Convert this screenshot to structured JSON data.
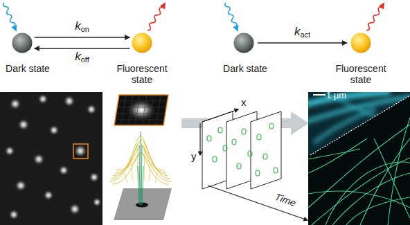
{
  "diagram": {
    "nodes": [
      {
        "text": [
          "Dark state"
        ]
      },
      {
        "text": [
          "Fluorescent state"
        ]
      },
      {
        "text": [
          "Dark state"
        ]
      },
      {
        "text": [
          "Fluorescent state"
        ]
      }
    ],
    "edges": [
      {
        "from": 0,
        "to": 1,
        "label": "kon",
        "arrow": "to"
      },
      {
        "from": 1,
        "to": 0,
        "label": "koff",
        "arrow": "to"
      },
      {
        "from": 2,
        "to": 3,
        "label": "kact",
        "arrow": "to"
      }
    ],
    "labels": [
      "x",
      "y",
      "Time",
      "1 μm"
    ]
  }
}
